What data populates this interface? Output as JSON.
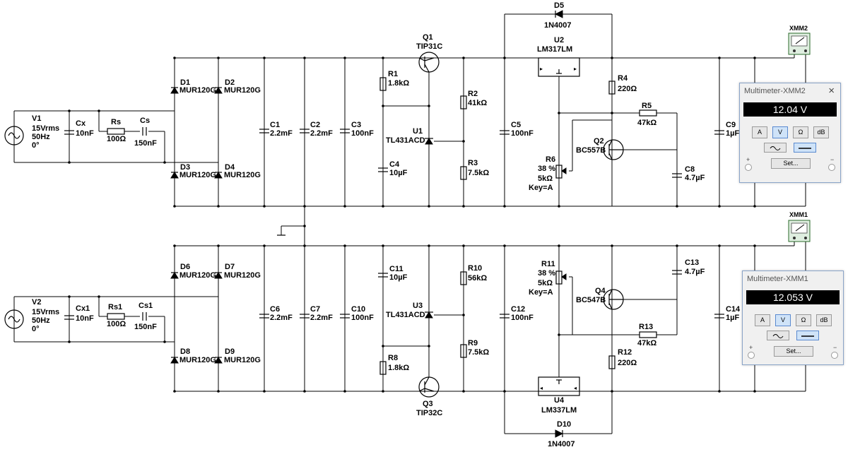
{
  "instruments": {
    "xmm2": {
      "icon_label": "XMM2",
      "title": "Multimeter-XMM2",
      "reading": "12.04 V",
      "mode_buttons": [
        "A",
        "V",
        "Ω",
        "dB"
      ],
      "active_mode": "V",
      "set_label": "Set...",
      "plus_label": "+",
      "minus_label": "−"
    },
    "xmm1": {
      "icon_label": "XMM1",
      "title": "Multimeter-XMM1",
      "reading": "12.053 V",
      "mode_buttons": [
        "A",
        "V",
        "Ω",
        "dB"
      ],
      "active_mode": "V",
      "set_label": "Set...",
      "plus_label": "+",
      "minus_label": "−"
    }
  },
  "components": {
    "V1": {
      "ref": "V1",
      "lines": [
        "15Vrms",
        "50Hz",
        "0°"
      ]
    },
    "V2": {
      "ref": "V2",
      "lines": [
        "15Vrms",
        "50Hz",
        "0°"
      ]
    },
    "Cx": {
      "ref": "Cx",
      "value": "10nF"
    },
    "Cx1": {
      "ref": "Cx1",
      "value": "10nF"
    },
    "Rs": {
      "ref": "Rs",
      "value": "100Ω"
    },
    "Rs1": {
      "ref": "Rs1",
      "value": "100Ω"
    },
    "Cs": {
      "ref": "Cs",
      "value": "150nF"
    },
    "Cs1": {
      "ref": "Cs1",
      "value": "150nF"
    },
    "D1": {
      "ref": "D1",
      "value": "MUR120G"
    },
    "D2": {
      "ref": "D2",
      "value": "MUR120G"
    },
    "D3": {
      "ref": "D3",
      "value": "MUR120G"
    },
    "D4": {
      "ref": "D4",
      "value": "MUR120G"
    },
    "D6": {
      "ref": "D6",
      "value": "MUR120G"
    },
    "D7": {
      "ref": "D7",
      "value": "MUR120G"
    },
    "D8": {
      "ref": "D8",
      "value": "MUR120G"
    },
    "D9": {
      "ref": "D9",
      "value": "MUR120G"
    },
    "C1": {
      "ref": "C1",
      "value": "2.2mF"
    },
    "C2": {
      "ref": "C2",
      "value": "2.2mF"
    },
    "C3": {
      "ref": "C3",
      "value": "100nF"
    },
    "C6": {
      "ref": "C6",
      "value": "2.2mF"
    },
    "C7": {
      "ref": "C7",
      "value": "2.2mF"
    },
    "C10": {
      "ref": "C10",
      "value": "100nF"
    },
    "Q1": {
      "ref": "Q1",
      "value": "TIP31C"
    },
    "Q3": {
      "ref": "Q3",
      "value": "TIP32C"
    },
    "R1": {
      "ref": "R1",
      "value": "1.8kΩ"
    },
    "R8": {
      "ref": "R8",
      "value": "1.8kΩ"
    },
    "R2": {
      "ref": "R2",
      "value": "41kΩ"
    },
    "R10": {
      "ref": "R10",
      "value": "56kΩ"
    },
    "R3": {
      "ref": "R3",
      "value": "7.5kΩ"
    },
    "R9": {
      "ref": "R9",
      "value": "7.5kΩ"
    },
    "U1": {
      "ref": "U1",
      "value": "TL431ACD"
    },
    "U3": {
      "ref": "U3",
      "value": "TL431ACD"
    },
    "C4": {
      "ref": "C4",
      "value": "10µF"
    },
    "C11": {
      "ref": "C11",
      "value": "10µF"
    },
    "C5": {
      "ref": "C5",
      "value": "100nF"
    },
    "C12": {
      "ref": "C12",
      "value": "100nF"
    },
    "D5": {
      "ref": "D5",
      "value": "1N4007"
    },
    "D10": {
      "ref": "D10",
      "value": "1N4007"
    },
    "U2": {
      "ref": "U2",
      "value": "LM317LM"
    },
    "U4": {
      "ref": "U4",
      "value": "LM337LM"
    },
    "R4": {
      "ref": "R4",
      "value": "220Ω"
    },
    "R12": {
      "ref": "R12",
      "value": "220Ω"
    },
    "R5": {
      "ref": "R5",
      "value": "47kΩ"
    },
    "R13": {
      "ref": "R13",
      "value": "47kΩ"
    },
    "R6": {
      "ref": "R6",
      "lines": [
        "38 %",
        "5kΩ",
        "Key=A"
      ]
    },
    "R11": {
      "ref": "R11",
      "lines": [
        "38 %",
        "5kΩ",
        "Key=A"
      ]
    },
    "Q2": {
      "ref": "Q2",
      "value": "BC557B"
    },
    "Q4": {
      "ref": "Q4",
      "value": "BC547B"
    },
    "C8": {
      "ref": "C8",
      "value": "4.7µF"
    },
    "C13": {
      "ref": "C13",
      "value": "4.7µF"
    },
    "C9": {
      "ref": "C9",
      "value": "1µF"
    },
    "C14": {
      "ref": "C14",
      "value": "1µF"
    }
  }
}
